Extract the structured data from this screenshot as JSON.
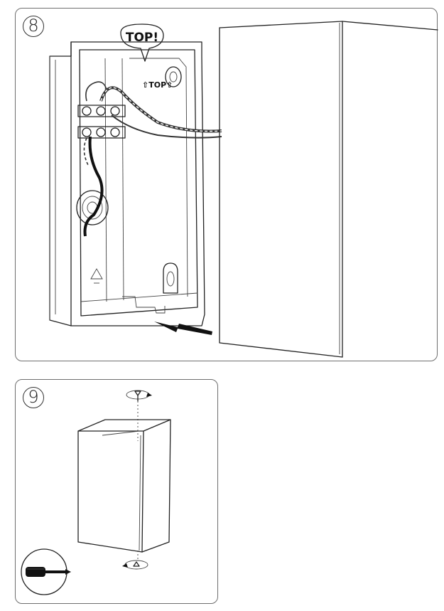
{
  "steps": [
    {
      "number": "8",
      "callout": "TOP!",
      "box_label": "⇧TOP⇧"
    },
    {
      "number": "9"
    }
  ],
  "colors": {
    "line": "#222222",
    "panel_border": "#6e6e6e",
    "arrow": "#111111"
  }
}
